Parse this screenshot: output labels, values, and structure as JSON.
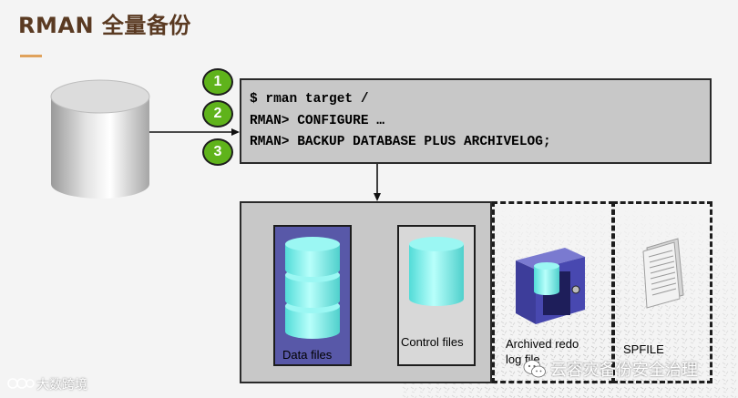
{
  "title": "RMAN 全量备份",
  "commands": [
    "$ rman target /",
    "RMAN> CONFIGURE …",
    "RMAN> BACKUP DATABASE PLUS ARCHIVELOG;"
  ],
  "steps": [
    "1",
    "2",
    "3"
  ],
  "labels": {
    "data_files": "Data files",
    "control_files": "Control files",
    "archived_redo": "Archived redo",
    "archived_redo_2": "log file",
    "spfile": "SPFILE"
  },
  "watermark": {
    "left": "大数跨境",
    "right": "云容灾备份安全治理"
  },
  "colors": {
    "title": "#5a3a22",
    "accent": "#e0a25c",
    "step_green": "#5fb31b",
    "cylinder_cyan": "#6ff3ef",
    "panel_purple": "#5858a8"
  }
}
